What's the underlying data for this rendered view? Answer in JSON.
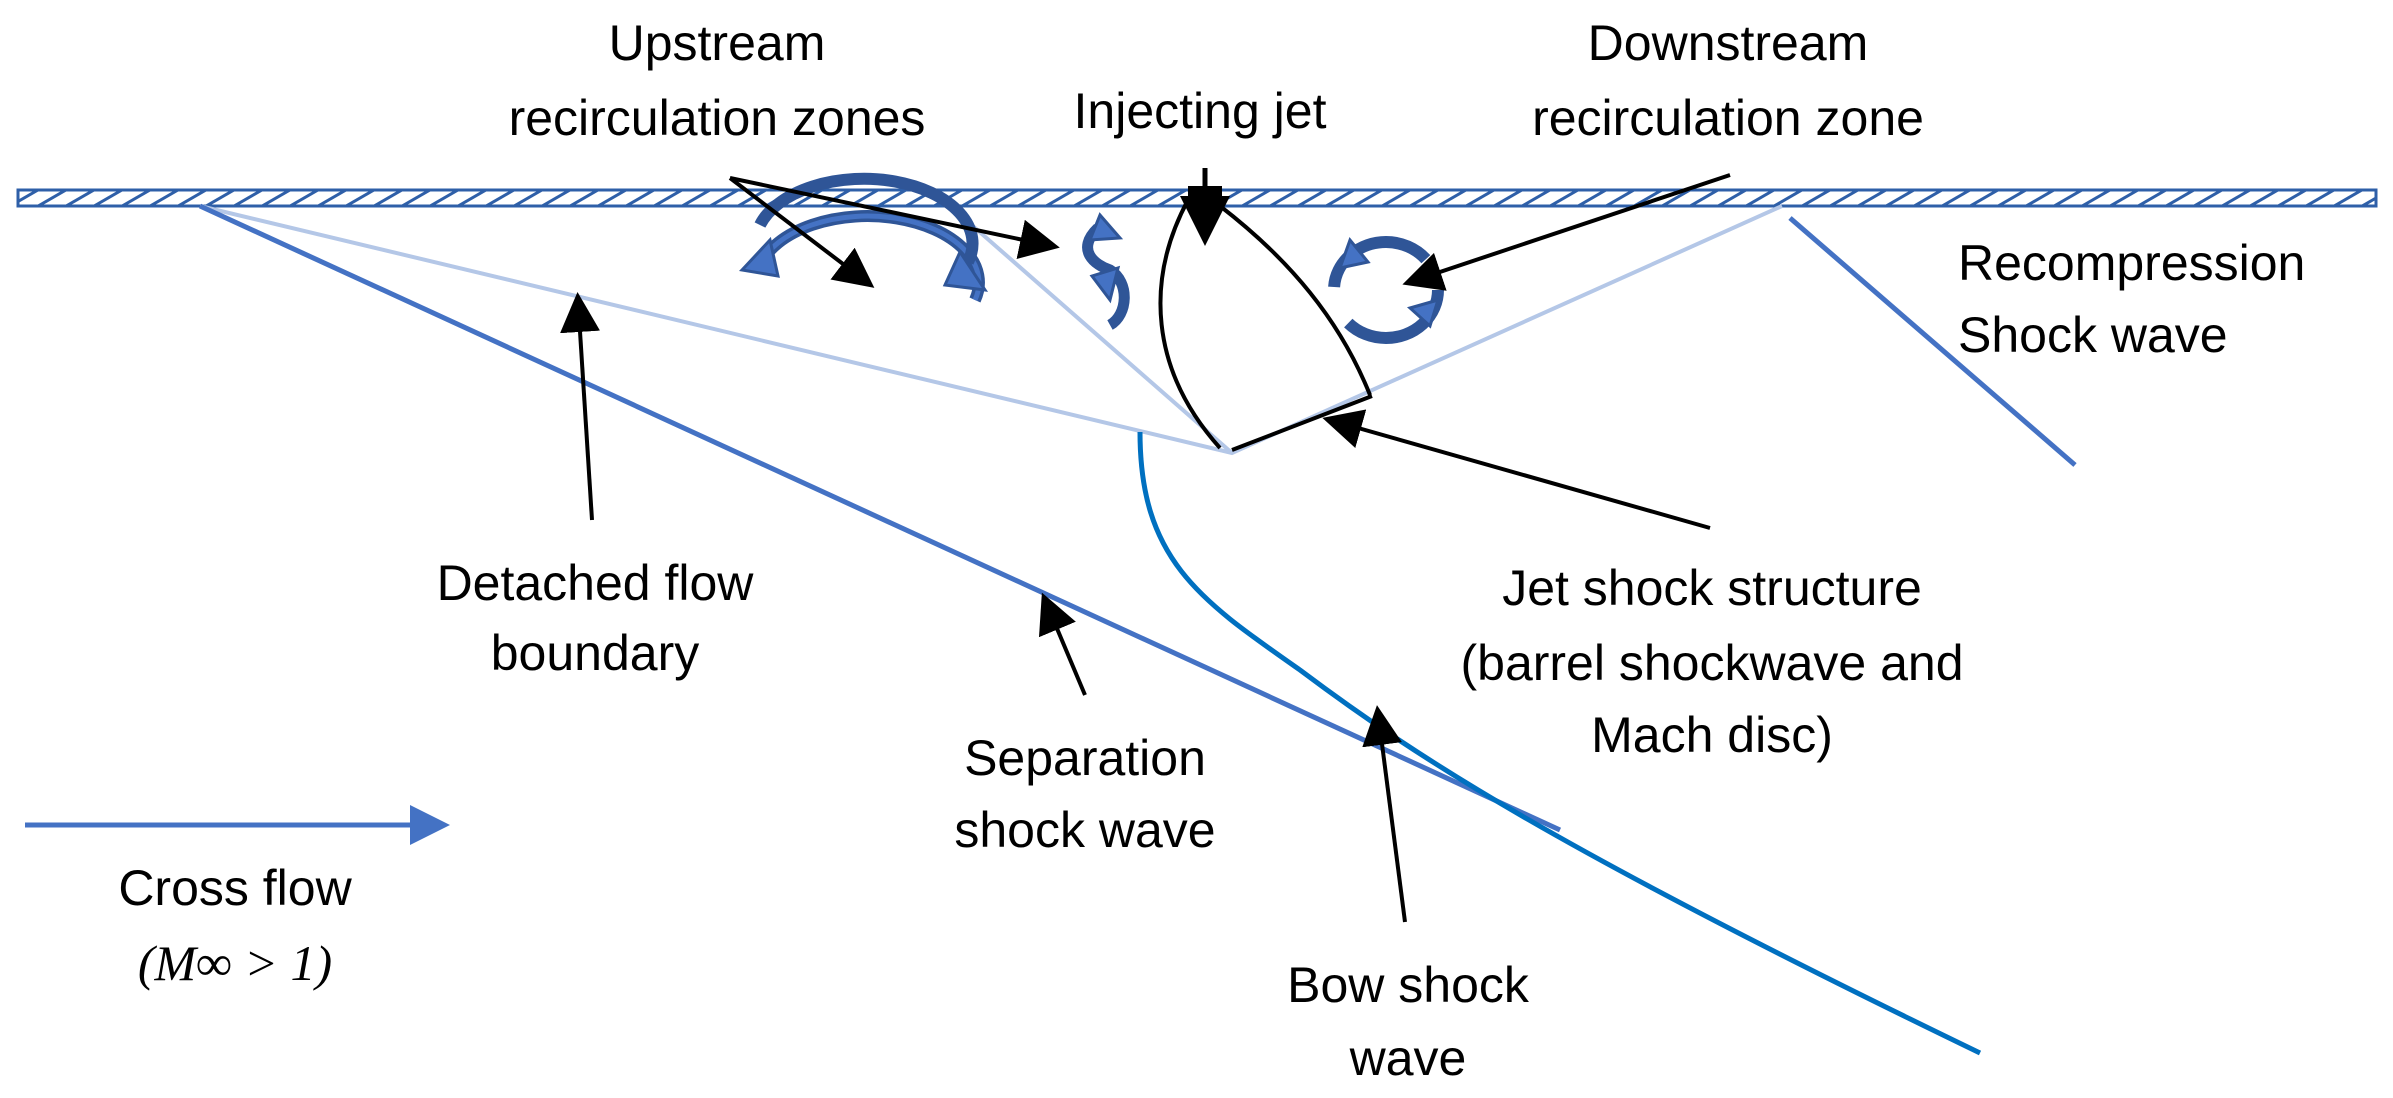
{
  "labels": {
    "upstream_zones": [
      "Upstream",
      "recirculation zones"
    ],
    "injecting_jet": "Injecting jet",
    "downstream_zone": [
      "Downstream",
      "recirculation zone"
    ],
    "recompression": [
      "Recompression",
      "Shock wave"
    ],
    "detached_boundary": [
      "Detached flow",
      "boundary"
    ],
    "jet_shock": [
      "Jet shock structure",
      "(barrel shockwave and",
      "Mach disc)"
    ],
    "separation_shock": [
      "Separation",
      "shock wave"
    ],
    "bow_shock": [
      "Bow shock",
      "wave"
    ],
    "cross_flow": "Cross flow",
    "mach_condition": "(M∞ > 1)"
  },
  "colors": {
    "wall": "#2e5fa8",
    "shock": "#4472c4",
    "boundary": "#b4c7e7",
    "bow": "#0070c0",
    "swirl": "#2f5597",
    "arrow": "#000000"
  }
}
